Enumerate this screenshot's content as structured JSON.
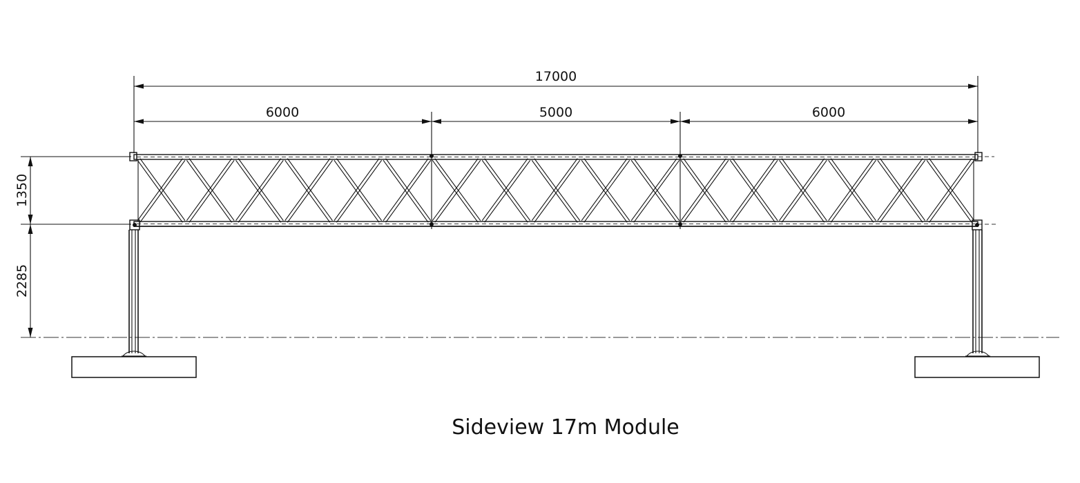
{
  "drawing": {
    "title": "Sideview 17m Module",
    "dimensions": {
      "overall_length": "17000",
      "segment_lengths": [
        "6000",
        "5000",
        "6000"
      ],
      "truss_height": "1350",
      "clearance_height": "2285"
    }
  },
  "colors": {
    "line": "#111111",
    "background": "#ffffff"
  }
}
